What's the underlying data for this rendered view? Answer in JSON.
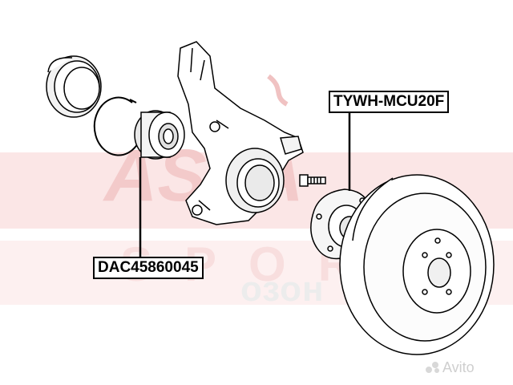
{
  "callouts": {
    "hub_part_number": "TYWH-MCU20F",
    "bearing_part_number": "DAC45860045"
  },
  "watermarks": {
    "brand_text": "ASVA",
    "brand_subtext": "SPORT",
    "ozon_text": "озон",
    "avito_text": "Avito"
  },
  "colors": {
    "line": "#000000",
    "watermark": "#f6d9d9",
    "band": "#fbe6e6"
  },
  "parts": [
    {
      "name": "grease-seal-ring",
      "icon": "ring-icon"
    },
    {
      "name": "snap-ring",
      "icon": "circlip-icon"
    },
    {
      "name": "wheel-bearing",
      "icon": "bearing-icon"
    },
    {
      "name": "steering-knuckle",
      "icon": "knuckle-icon"
    },
    {
      "name": "hub-bolt",
      "icon": "bolt-icon"
    },
    {
      "name": "wheel-hub",
      "icon": "hub-icon"
    },
    {
      "name": "brake-disc",
      "icon": "disc-icon"
    }
  ]
}
